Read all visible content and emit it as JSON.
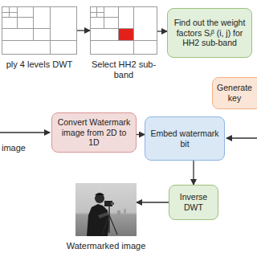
{
  "diagram": {
    "nodes": [
      {
        "text": [
          "ply 4 levels DWT"
        ]
      },
      {
        "text": [
          "Select HH2 sub-band"
        ]
      },
      {
        "text": [
          "Find out the weight factors Sᵢᵝ (i, j) for HH2 sub-band"
        ]
      },
      {
        "text": [
          "Generate key"
        ]
      },
      {
        "text": [
          "Convert Watermark image from 2D to 1D"
        ]
      },
      {
        "text": [
          "Embed watermark bit"
        ]
      },
      {
        "text": [
          "Inverse DWT"
        ]
      },
      {
        "text": [
          "Watermarked image"
        ]
      }
    ],
    "edges": [
      {
        "from": 0,
        "to": 1,
        "arrow": "to"
      },
      {
        "from": 1,
        "to": 2,
        "arrow": "to"
      },
      {
        "from": 4,
        "to": 5,
        "arrow": "to"
      },
      {
        "from": 5,
        "to": 6,
        "arrow": "to"
      },
      {
        "from": 6,
        "to": 7,
        "arrow": "to"
      }
    ],
    "labels": [
      "image"
    ]
  }
}
